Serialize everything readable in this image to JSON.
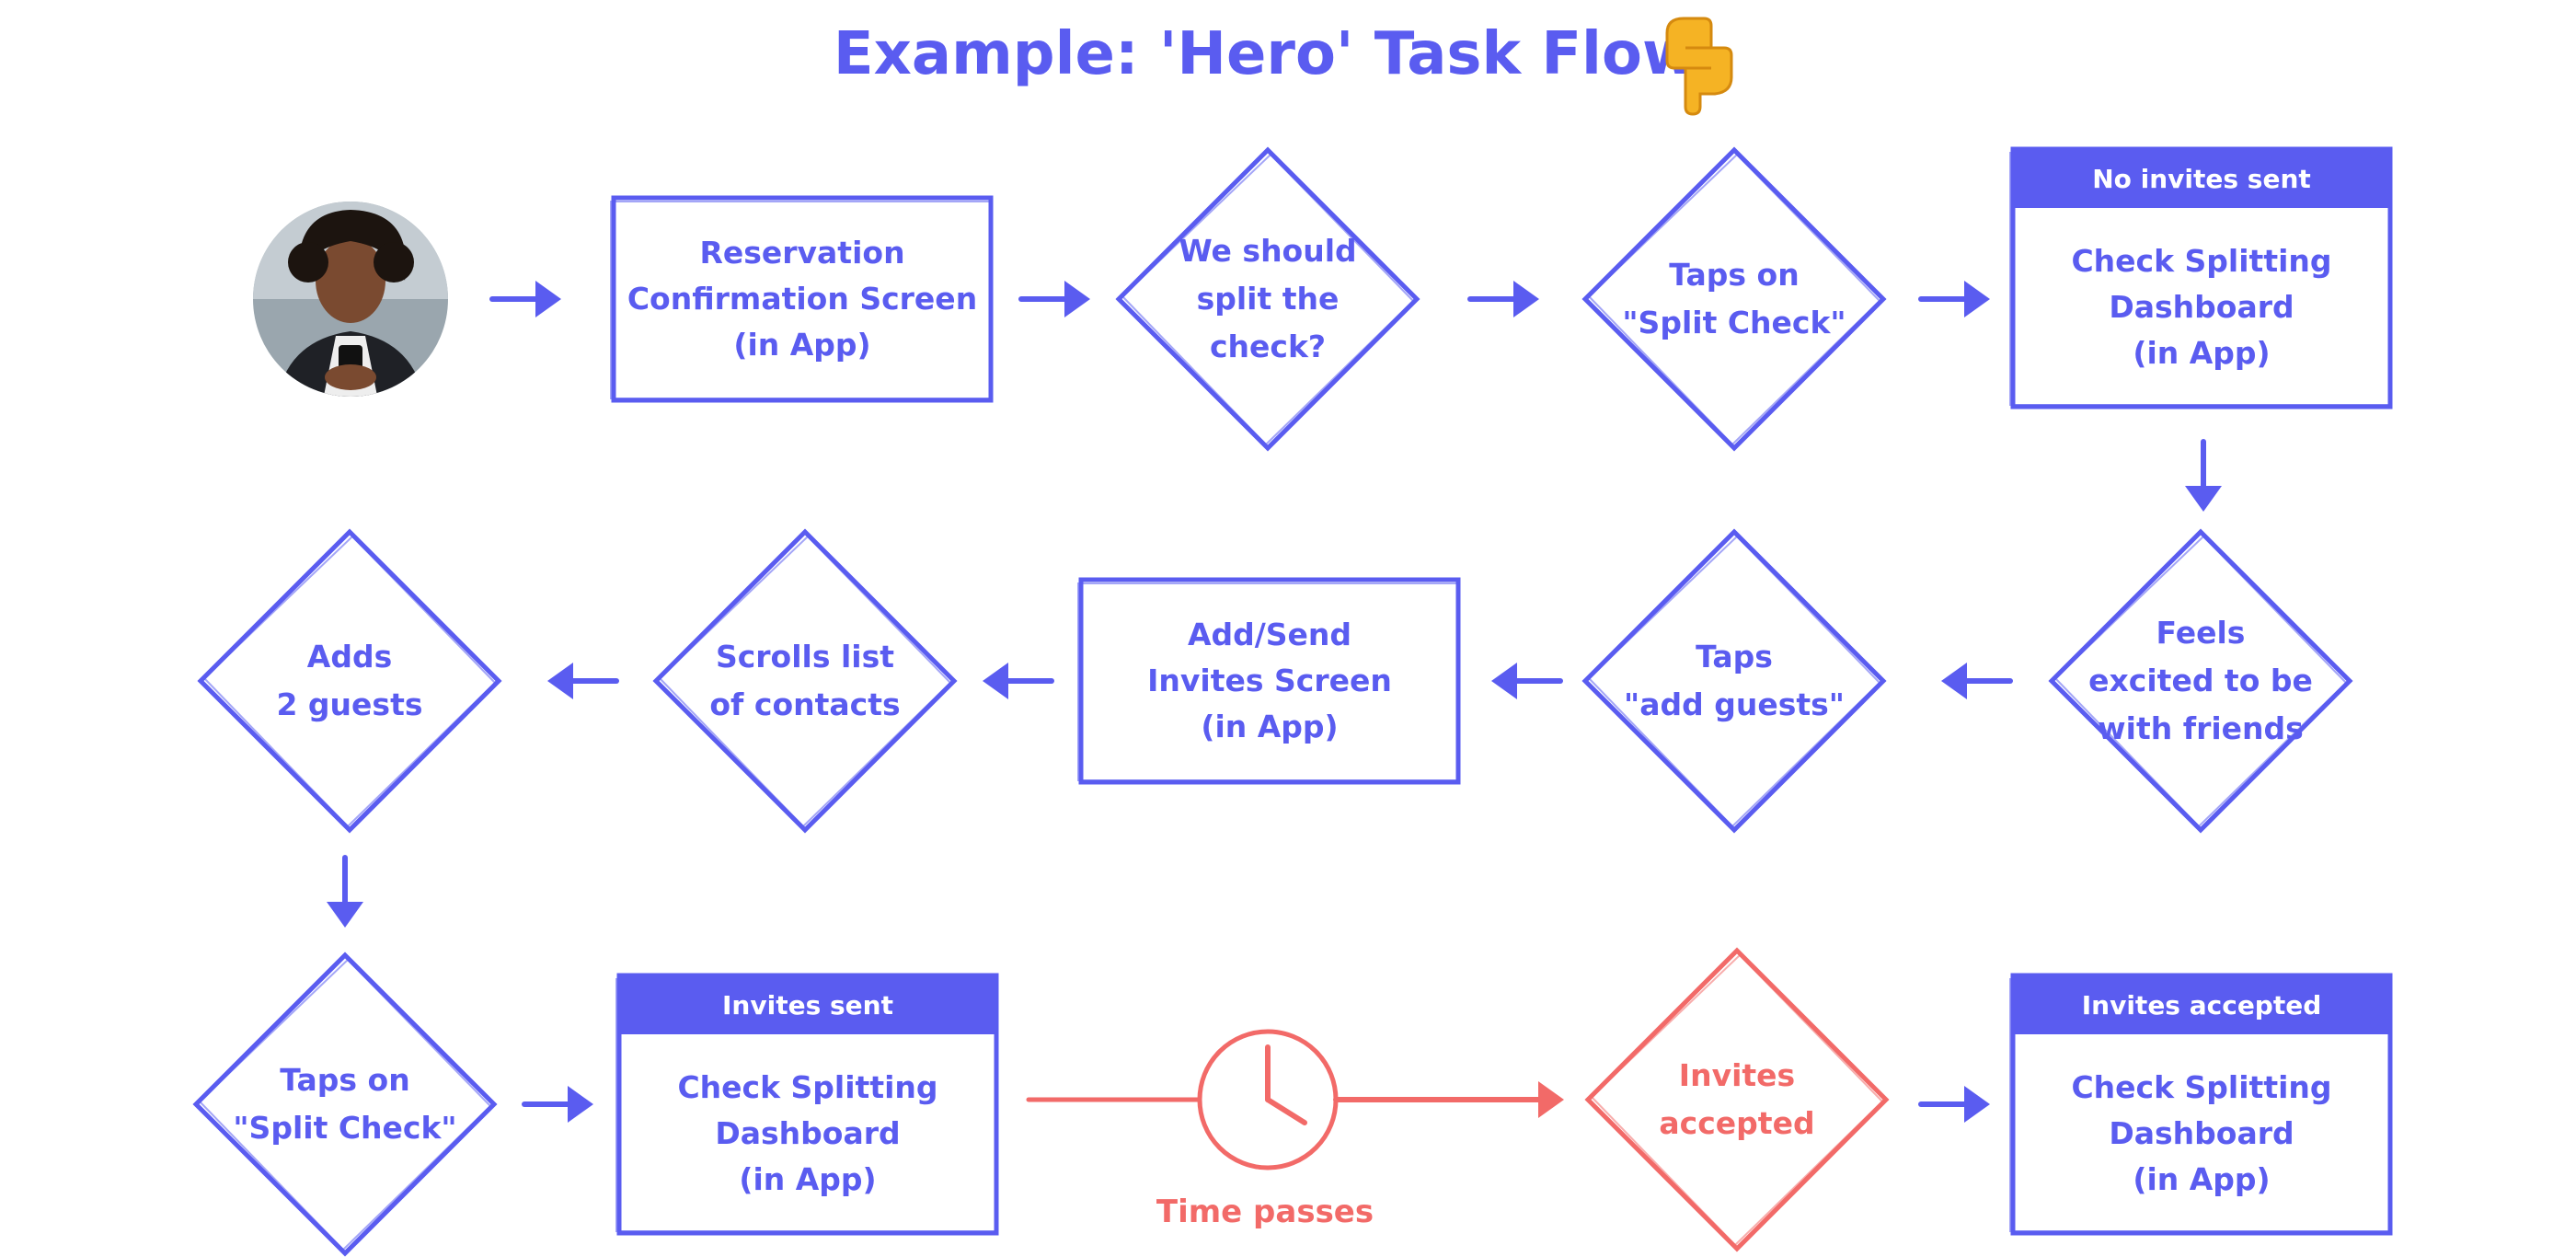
{
  "title": "Example: 'Hero' Task Flow",
  "title_icon": "pointing-down-hand-icon",
  "colors": {
    "primary": "#5a5cf0",
    "accent": "#f26a68",
    "background": "#ffffff",
    "header_text": "#ffffff"
  },
  "persona": {
    "icon": "user-avatar-photo"
  },
  "nodes": {
    "reservation": {
      "lines": [
        "Reservation",
        "Confirmation Screen",
        "(in App)"
      ]
    },
    "split_decision": {
      "lines": [
        "We should",
        "split the",
        "check?"
      ]
    },
    "taps_split_1": {
      "lines": [
        "Taps on",
        "\"Split Check\""
      ]
    },
    "dashboard_1": {
      "header": "No invites sent",
      "lines": [
        "Check Splitting",
        "Dashboard",
        "(in App)"
      ]
    },
    "feels_excited": {
      "lines": [
        "Feels",
        "excited to be",
        "with friends"
      ]
    },
    "taps_add": {
      "lines": [
        "Taps",
        "\"add guests\""
      ]
    },
    "invites_screen": {
      "lines": [
        "Add/Send",
        "Invites Screen",
        "(in App)"
      ]
    },
    "scrolls": {
      "lines": [
        "Scrolls list",
        "of contacts"
      ]
    },
    "adds_guests": {
      "lines": [
        "Adds",
        "2 guests"
      ]
    },
    "taps_split_2": {
      "lines": [
        "Taps on",
        "\"Split Check\""
      ]
    },
    "dashboard_2": {
      "header": "Invites sent",
      "lines": [
        "Check Splitting",
        "Dashboard",
        "(in App)"
      ]
    },
    "invites_accepted": {
      "lines": [
        "Invites",
        "accepted"
      ]
    },
    "dashboard_3": {
      "header": "Invites accepted",
      "lines": [
        "Check Splitting",
        "Dashboard",
        "(in App)"
      ]
    }
  },
  "time_passes": {
    "label": "Time passes",
    "icon": "clock-icon"
  }
}
